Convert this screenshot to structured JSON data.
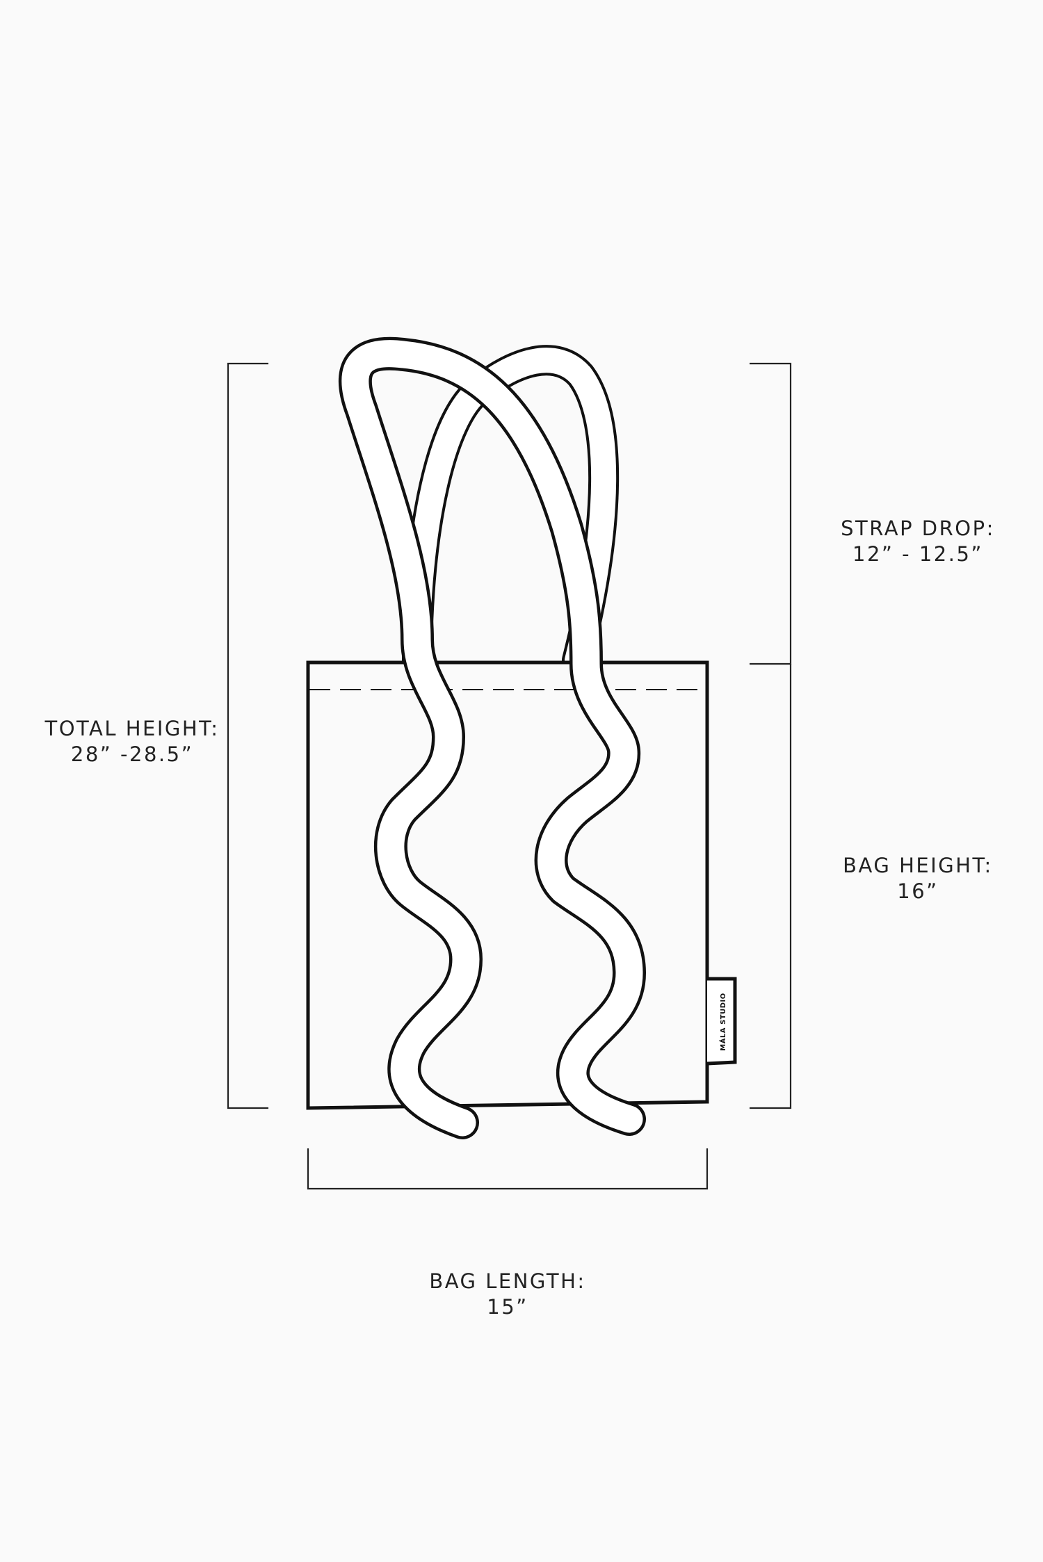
{
  "dimensions": {
    "total_height": {
      "title": "TOTAL HEIGHT:",
      "value": "28” -28.5”"
    },
    "strap_drop": {
      "title": "STRAP DROP:",
      "value": "12” - 12.5”"
    },
    "bag_height": {
      "title": "BAG HEIGHT:",
      "value": "16”"
    },
    "bag_length": {
      "title": "BAG LENGTH:",
      "value": "15”"
    }
  },
  "tag_text": "MÁLA STUDIO",
  "colors": {
    "background": "#fafafa",
    "line": "#111111",
    "fill": "#ffffff"
  },
  "icons": [
    "tote-bag-icon",
    "wavy-strap-icon",
    "brand-tag-icon"
  ]
}
